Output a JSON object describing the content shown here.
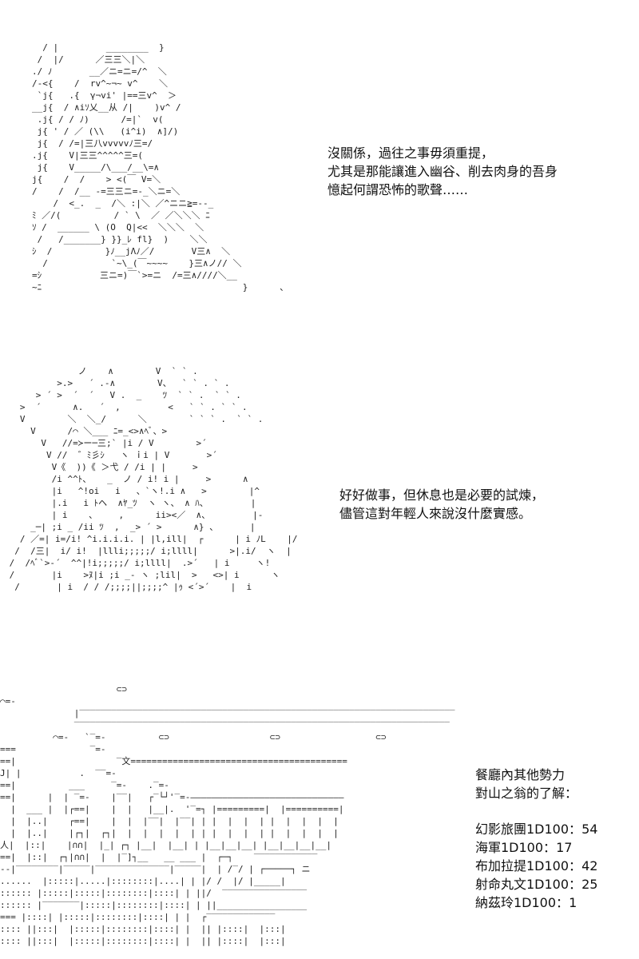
{
  "panels": [
    {
      "art_name": "character-art-1",
      "caption_lines": [
        "沒關係，過往之事毋須重提，",
        "尤其是那能讓進入幽谷、削去肉身的吾身",
        "憶起何謂恐怖的歌聲……"
      ]
    },
    {
      "art_name": "character-art-2",
      "caption_lines": [
        "好好做事，但休息也是必要的試煉，",
        "儘管這對年輕人來說沒什麼實感。"
      ]
    },
    {
      "art_name": "city-art",
      "caption_lines": [
        "餐廳內其他勢力",
        "對山之翁的了解："
      ],
      "rolls": [
        {
          "label": "幻影旅團1D100",
          "value": "54"
        },
        {
          "label": "海軍1D100",
          "value": "17"
        },
        {
          "label": "布加拉提1D100",
          "value": "42"
        },
        {
          "label": "射命丸文1D100",
          "value": "25"
        },
        {
          "label": "納茲玲1D100",
          "value": "1"
        }
      ]
    }
  ]
}
